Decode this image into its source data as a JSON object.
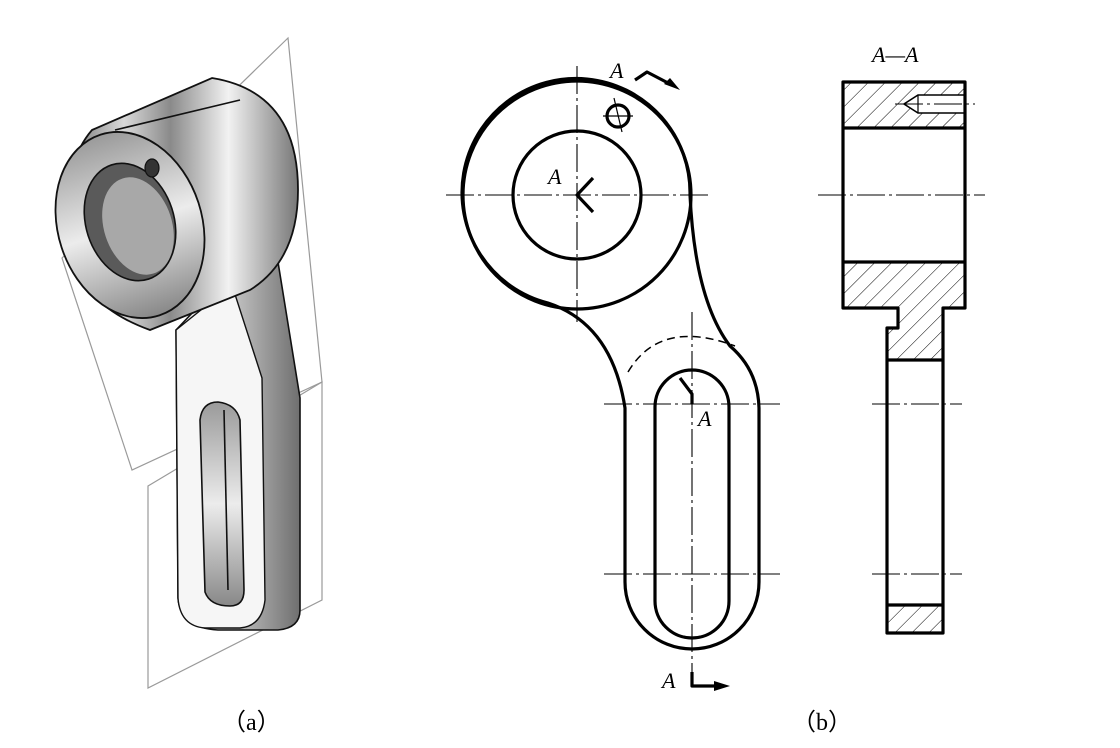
{
  "figure_a": {
    "caption": "（a）"
  },
  "figure_b": {
    "caption": "（b）",
    "section_view_title": "A—A",
    "cut_labels": [
      "A",
      "A",
      "A",
      "A"
    ]
  }
}
